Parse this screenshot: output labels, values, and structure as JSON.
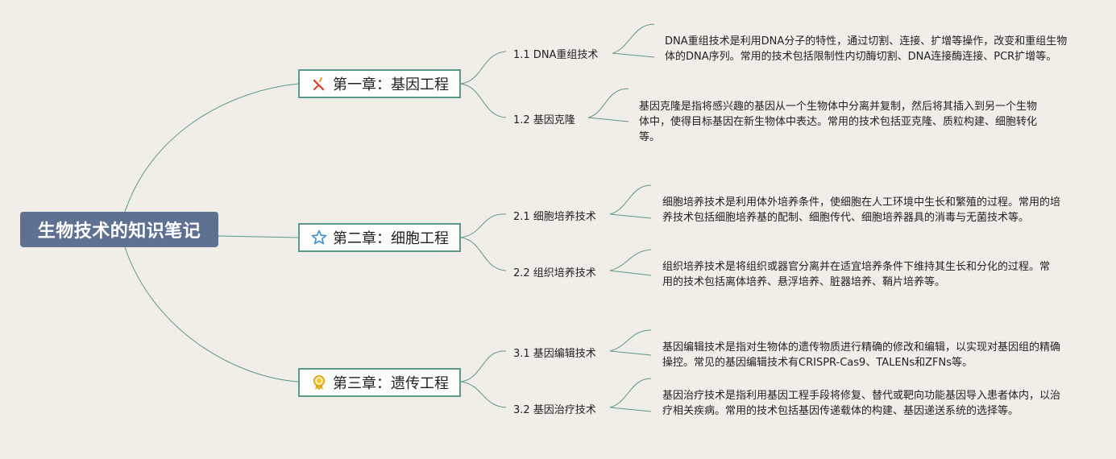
{
  "root": {
    "title": "生物技术的知识笔记"
  },
  "chapters": [
    {
      "label": "第一章：基因工程",
      "icon": "tools-icon",
      "sections": [
        {
          "label": "1.1 DNA重组技术",
          "note": "DNA重组技术是利用DNA分子的特性，通过切割、连接、扩增等操作，改变和重组生物体的DNA序列。常用的技术包括限制性内切酶切割、DNA连接酶连接、PCR扩增等。"
        },
        {
          "label": "1.2 基因克隆",
          "note": "基因克隆是指将感兴趣的基因从一个生物体中分离并复制，然后将其插入到另一个生物体中，使得目标基因在新生物体中表达。常用的技术包括亚克隆、质粒构建、细胞转化等。"
        }
      ]
    },
    {
      "label": "第二章：细胞工程",
      "icon": "star-icon",
      "sections": [
        {
          "label": "2.1 细胞培养技术",
          "note": "细胞培养技术是利用体外培养条件，使细胞在人工环境中生长和繁殖的过程。常用的培养技术包括细胞培养基的配制、细胞传代、细胞培养器具的消毒与无菌技术等。"
        },
        {
          "label": "2.2 组织培养技术",
          "note": "组织培养技术是将组织或器官分离并在适宜培养条件下维持其生长和分化的过程。常用的技术包括离体培养、悬浮培养、脏器培养、鞘片培养等。"
        }
      ]
    },
    {
      "label": "第三章：遗传工程",
      "icon": "award-icon",
      "sections": [
        {
          "label": "3.1 基因编辑技术",
          "note": "基因编辑技术是指对生物体的遗传物质进行精确的修改和编辑，以实现对基因组的精确操控。常见的基因编辑技术有CRISPR-Cas9、TALENs和ZFNs等。"
        },
        {
          "label": "3.2 基因治疗技术",
          "note": "基因治疗技术是指利用基因工程手段将修复、替代或靶向功能基因导入患者体内，以治疗相关疾病。常用的技术包括基因传递载体的构建、基因递送系统的选择等。"
        }
      ]
    }
  ],
  "colors": {
    "background": "#f1ede7",
    "root": "#5f7193",
    "link": "#5b9a86"
  }
}
